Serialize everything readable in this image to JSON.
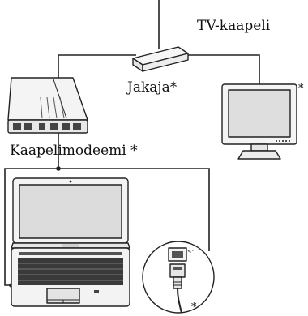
{
  "labels": {
    "tv_cable": "TV-kaapeli",
    "splitter": "Jakaja*",
    "cable_modem": "Kaapelimodeemi *",
    "tv_asterisk": "*",
    "cable_asterisk": "*"
  },
  "colors": {
    "line": "#222222",
    "device_fill": "#f3f3f3",
    "screen_fill": "#dcdcdc",
    "dark": "#333333"
  }
}
